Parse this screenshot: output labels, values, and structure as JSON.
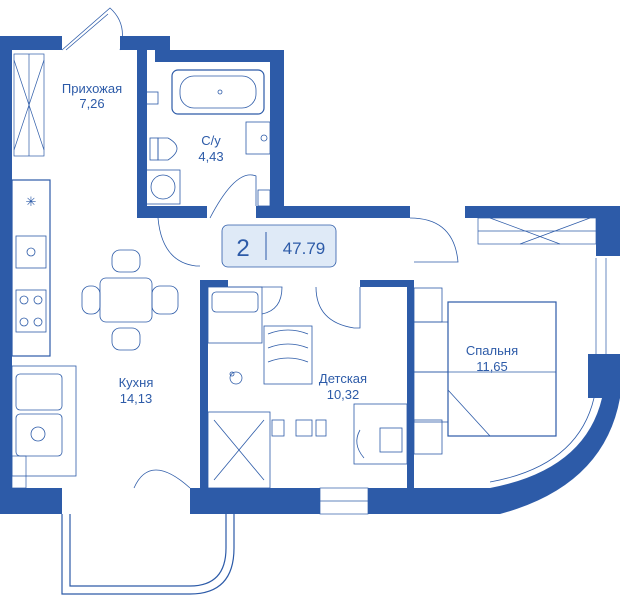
{
  "colors": {
    "wall": "#2d5ba8",
    "badge_bg": "#dfeaf7",
    "background": "#ffffff"
  },
  "badge": {
    "rooms": "2",
    "total_area": "47.79"
  },
  "rooms": {
    "hallway": {
      "name": "Прихожая",
      "area": "7,26"
    },
    "bathroom": {
      "name": "С/у",
      "area": "4,43"
    },
    "kitchen": {
      "name": "Кухня",
      "area": "14,13"
    },
    "kids_room": {
      "name": "Детская",
      "area": "10,32"
    },
    "bedroom": {
      "name": "Спальня",
      "area": "11,65"
    }
  },
  "icons": [
    "bathtub-icon",
    "toilet-icon",
    "sink-icon",
    "washing-machine-icon",
    "stove-icon",
    "dining-table-icon",
    "sofa-icon",
    "bed-icon",
    "desk-icon",
    "wardrobe-icon"
  ]
}
